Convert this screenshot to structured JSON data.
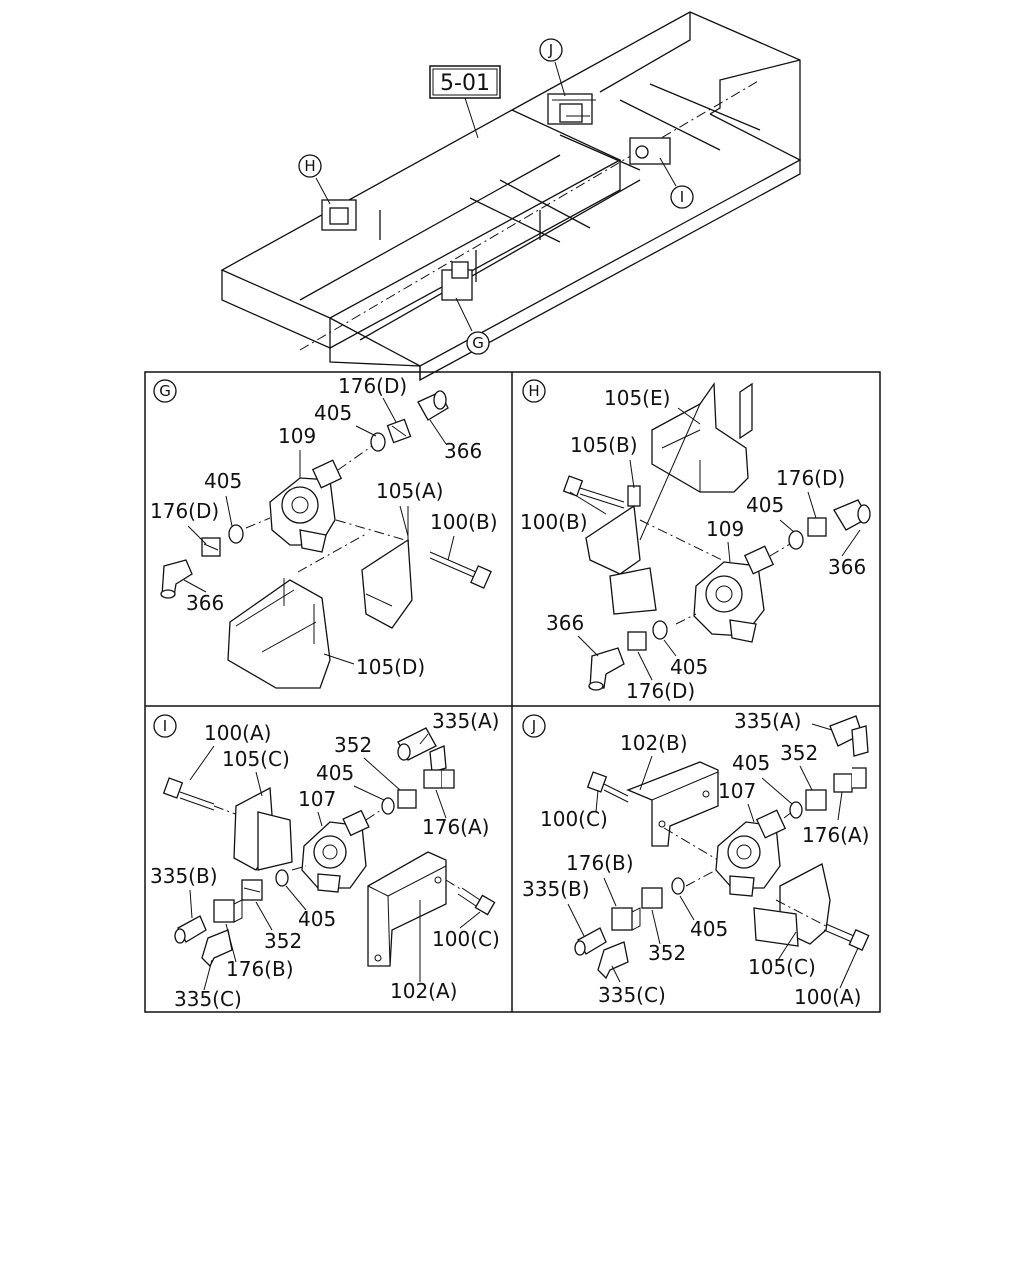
{
  "overview": {
    "reference_label": "5-01",
    "callouts": [
      "J",
      "H",
      "I",
      "G"
    ]
  },
  "panels": [
    {
      "key": "G",
      "labels": [
        "176(D)",
        "405",
        "109",
        "366",
        "405",
        "176(D)",
        "105(A)",
        "100(B)",
        "366",
        "105(D)"
      ]
    },
    {
      "key": "H",
      "labels": [
        "105(E)",
        "105(B)",
        "100(B)",
        "176(D)",
        "405",
        "109",
        "366",
        "366",
        "405",
        "176(D)"
      ]
    },
    {
      "key": "I",
      "labels": [
        "100(A)",
        "105(C)",
        "335(A)",
        "352",
        "405",
        "107",
        "176(A)",
        "335(B)",
        "352",
        "405",
        "100(C)",
        "176(B)",
        "335(C)",
        "102(A)"
      ]
    },
    {
      "key": "J",
      "labels": [
        "102(B)",
        "335(A)",
        "405",
        "352",
        "107",
        "100(C)",
        "176(A)",
        "176(B)",
        "335(B)",
        "405",
        "352",
        "105(C)",
        "335(C)",
        "100(A)"
      ]
    }
  ]
}
